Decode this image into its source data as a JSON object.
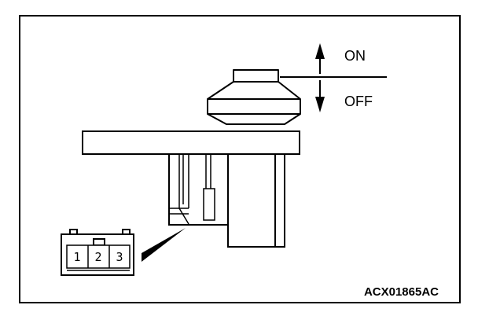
{
  "diagram": {
    "on_label": "ON",
    "off_label": "OFF",
    "pins": [
      "1",
      "2",
      "3"
    ],
    "reference_code": "ACX01865AC",
    "stroke_color": "#000000",
    "background_color": "#ffffff"
  }
}
